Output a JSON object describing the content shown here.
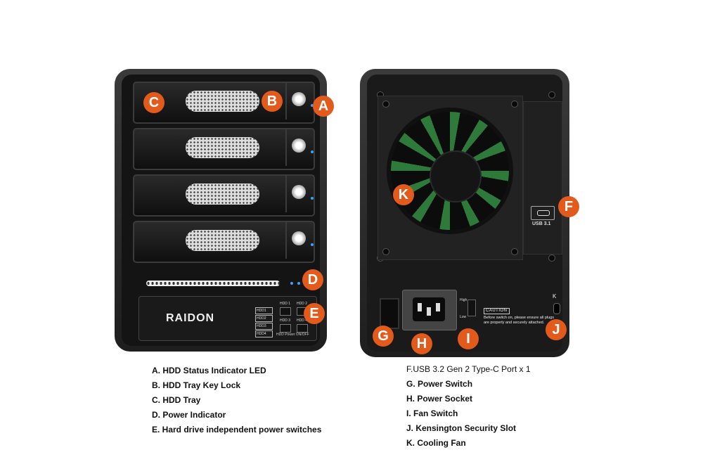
{
  "front": {
    "brand": "RAIDON",
    "hdd_labels": [
      "HDD1",
      "HDD2",
      "HDD3",
      "HDD4"
    ],
    "switch_labels": [
      "HDD 1",
      "HDD 2",
      "HDD 3",
      "HDD 4"
    ],
    "power_label": "HDD Power ON/OFF"
  },
  "back": {
    "usb_label": "USB 3.1",
    "fan_high": "High",
    "fan_low": "Low",
    "caution_title": "CAUTION",
    "caution_text": "Before switch on, please ensure all plugs are properly and securely attached.",
    "kensington_glyph": "K"
  },
  "callouts": {
    "a": "A",
    "b": "B",
    "c": "C",
    "d": "D",
    "e": "E",
    "f": "F",
    "g": "G",
    "h": "H",
    "i": "I",
    "j": "J",
    "k": "K"
  },
  "legend_left": [
    "A. HDD Status Indicator LED",
    "B. HDD Tray Key Lock",
    "C. HDD Tray",
    "D. Power Indicator",
    "E. Hard drive independent power switches"
  ],
  "legend_right": [
    "F.USB 3.2 Gen 2 Type-C Port x 1",
    "G. Power Switch",
    "H. Power Socket",
    "I. Fan Switch",
    "J. Kensington Security Slot",
    "K. Cooling Fan"
  ],
  "colors": {
    "callout": "#e25b1d",
    "led": "#3aa0ff",
    "fan_accent": "#2e7a3a"
  }
}
